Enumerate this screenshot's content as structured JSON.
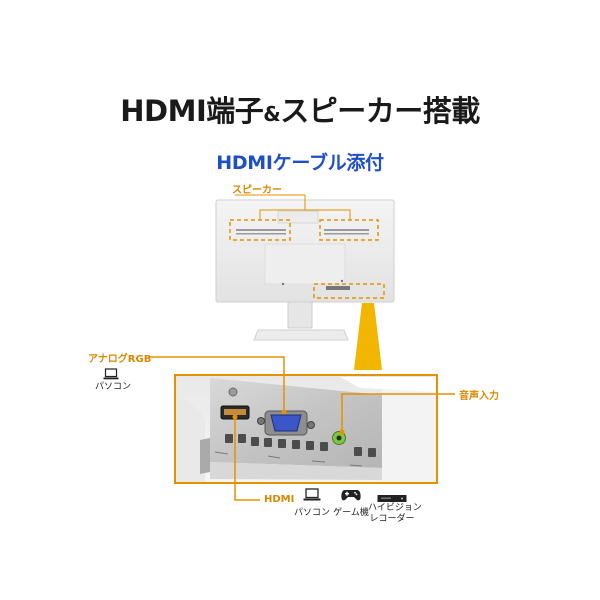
{
  "heading": {
    "main": "HDMI端子",
    "amp": "&",
    "main_rest": "スピーカー搭載",
    "sub": "HDMIケーブル添付"
  },
  "callouts": {
    "speaker": "スピーカー",
    "analog_rgb": "アナログRGB",
    "audio_input": "音声入力",
    "hdmi": "HDMI"
  },
  "devices": {
    "analog_pc": "パソコン",
    "hdmi_pc": "パソコン",
    "game": "ゲーム機",
    "recorder_line1": "ハイビジョン",
    "recorder_line2": "レコーダー"
  },
  "colors": {
    "callout_orange": "#e39200",
    "accent_blue": "#1e4fc4",
    "audio_jack_green": "#7fc542",
    "vga_blue": "#3a56c8"
  },
  "icons": [
    "laptop-icon",
    "gamepad-icon",
    "recorder-icon"
  ]
}
